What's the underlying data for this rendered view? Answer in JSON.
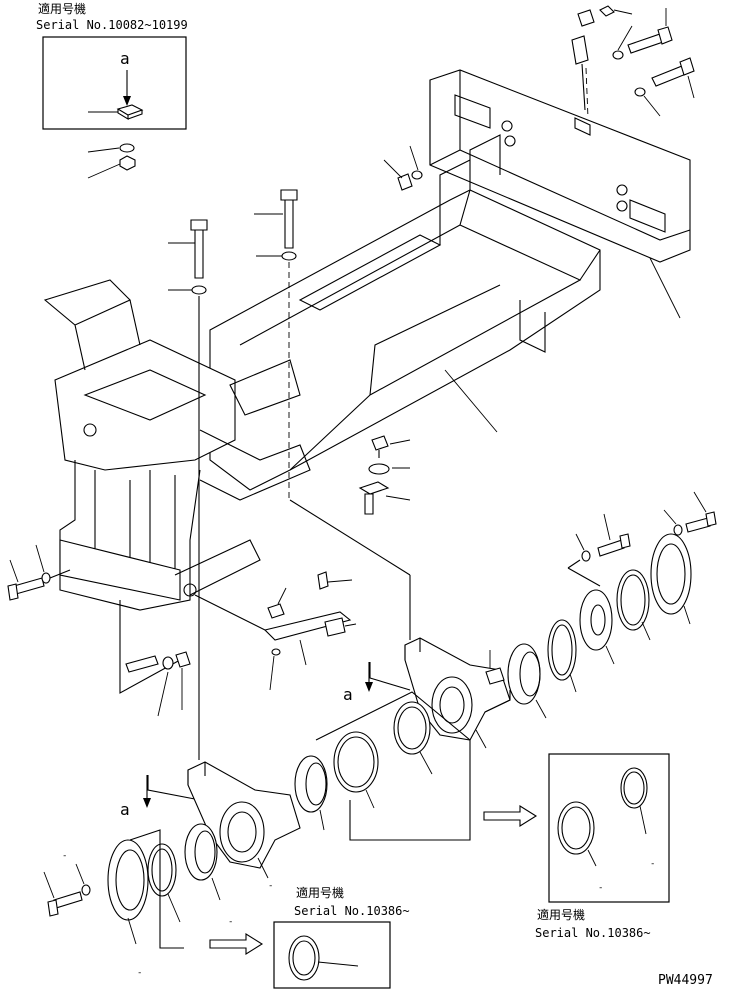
{
  "drawing_title": "",
  "applicability_label": "適用号機",
  "serial_ranges": {
    "top_left": "Serial No.10082~10199",
    "bottom_center": "Serial No.10386~",
    "bottom_right": "Serial No.10386~"
  },
  "view_markers": {
    "a": "a"
  },
  "drawing_number": "PW44997",
  "minor_marks": [
    "-",
    "-",
    "-",
    "-",
    "-",
    "-"
  ]
}
